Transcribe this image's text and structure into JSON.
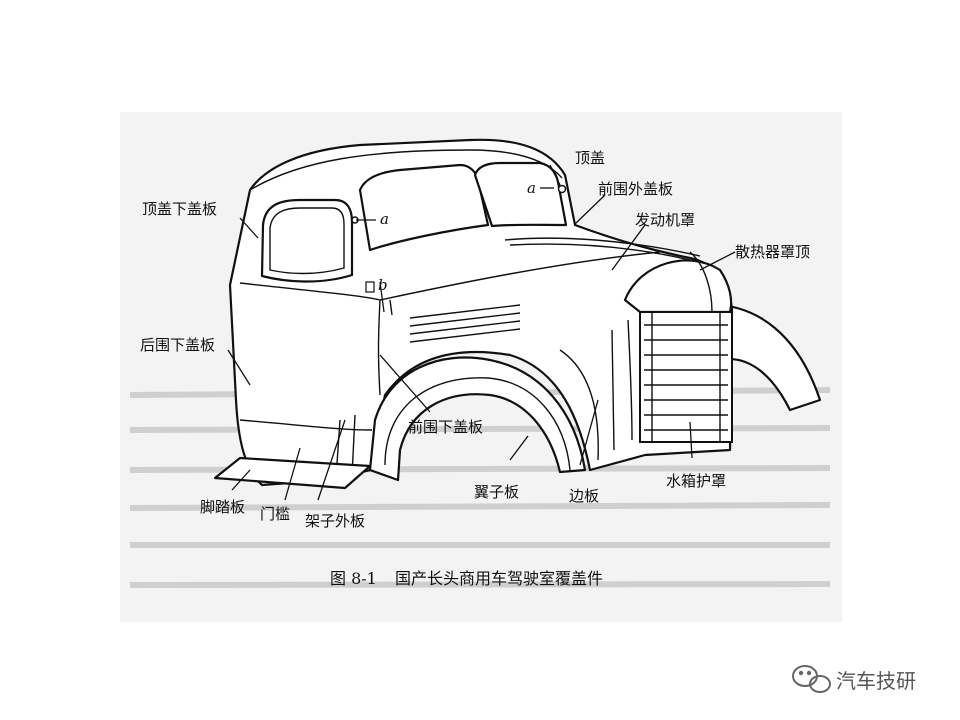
{
  "labels": {
    "roof": "顶盖",
    "roof_lower_panel": "顶盖下盖板",
    "front_outer_panel": "前围外盖板",
    "hood": "发动机罩",
    "radiator_cover_top": "散热器罩顶",
    "rear_lower_panel": "后围下盖板",
    "front_lower_panel": "前围下盖板",
    "fender": "翼子板",
    "side_panel": "边板",
    "radiator_guard": "水箱护罩",
    "footboard": "脚踏板",
    "door_sill": "门槛",
    "frame_outer_panel": "架子外板"
  },
  "markers": {
    "a1": "a",
    "a2": "a",
    "b": "b"
  },
  "caption": {
    "number": "图 8-1",
    "text": "国产长头商用车驾驶室覆盖件"
  },
  "watermark": {
    "text": "汽车技研"
  }
}
